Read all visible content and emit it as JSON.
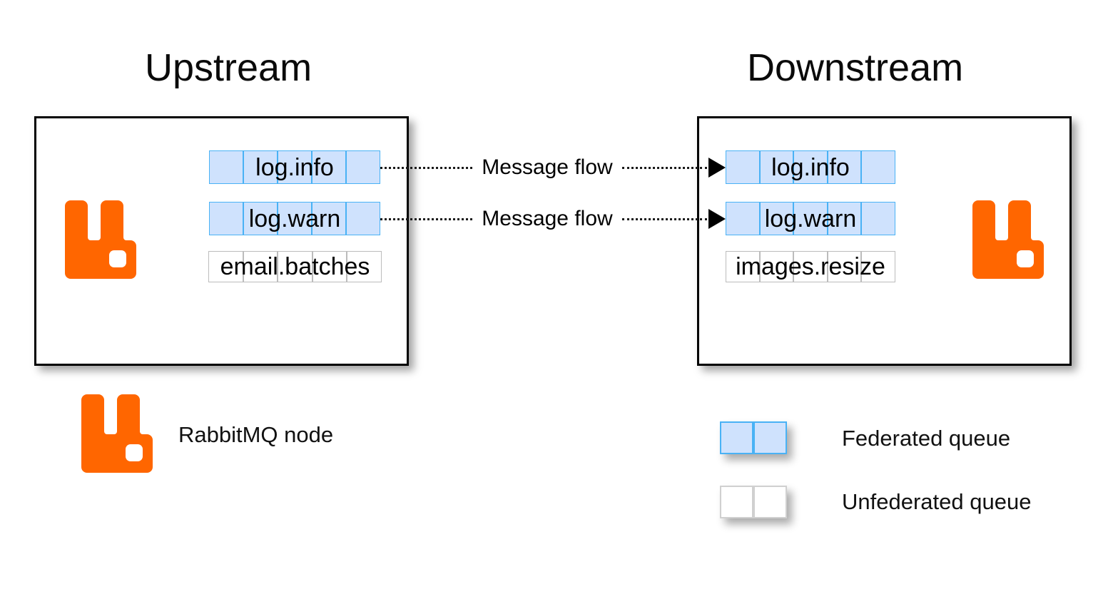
{
  "diagram": {
    "title_upstream": "Upstream",
    "title_downstream": "Downstream",
    "colors": {
      "rabbitmq_orange": "#FF6600",
      "federated_fill": "#CFE2FD",
      "federated_border": "#49B2F5",
      "unfederated_fill": "#FFFFFF",
      "unfederated_border": "#BCBCBC",
      "panel_border": "#000000",
      "flow_line": "#1A1A1A"
    }
  },
  "upstream": {
    "node_label": "Upstream",
    "queues": [
      {
        "name": "log.info",
        "federated": true,
        "cells": 5
      },
      {
        "name": "log.warn",
        "federated": true,
        "cells": 5
      },
      {
        "name": "email.batches",
        "federated": false,
        "cells": 5
      }
    ]
  },
  "downstream": {
    "node_label": "Downstream",
    "queues": [
      {
        "name": "log.info",
        "federated": true,
        "cells": 5
      },
      {
        "name": "log.warn",
        "federated": true,
        "cells": 5
      },
      {
        "name": "images.resize",
        "federated": false,
        "cells": 5
      }
    ]
  },
  "flows": [
    {
      "label": "Message flow",
      "from": "log.info",
      "to": "log.info",
      "direction": "upstream-to-downstream"
    },
    {
      "label": "Message flow",
      "from": "log.warn",
      "to": "log.warn",
      "direction": "upstream-to-downstream"
    }
  ],
  "legend": [
    {
      "key": "rabbitmq-node",
      "label": "RabbitMQ node",
      "icon": "rabbitmq-logo-icon"
    },
    {
      "key": "federated-queue",
      "label": "Federated queue",
      "icon": "federated-queue-swatch"
    },
    {
      "key": "unfederated-queue",
      "label": "Unfederated queue",
      "icon": "unfederated-queue-swatch"
    }
  ]
}
